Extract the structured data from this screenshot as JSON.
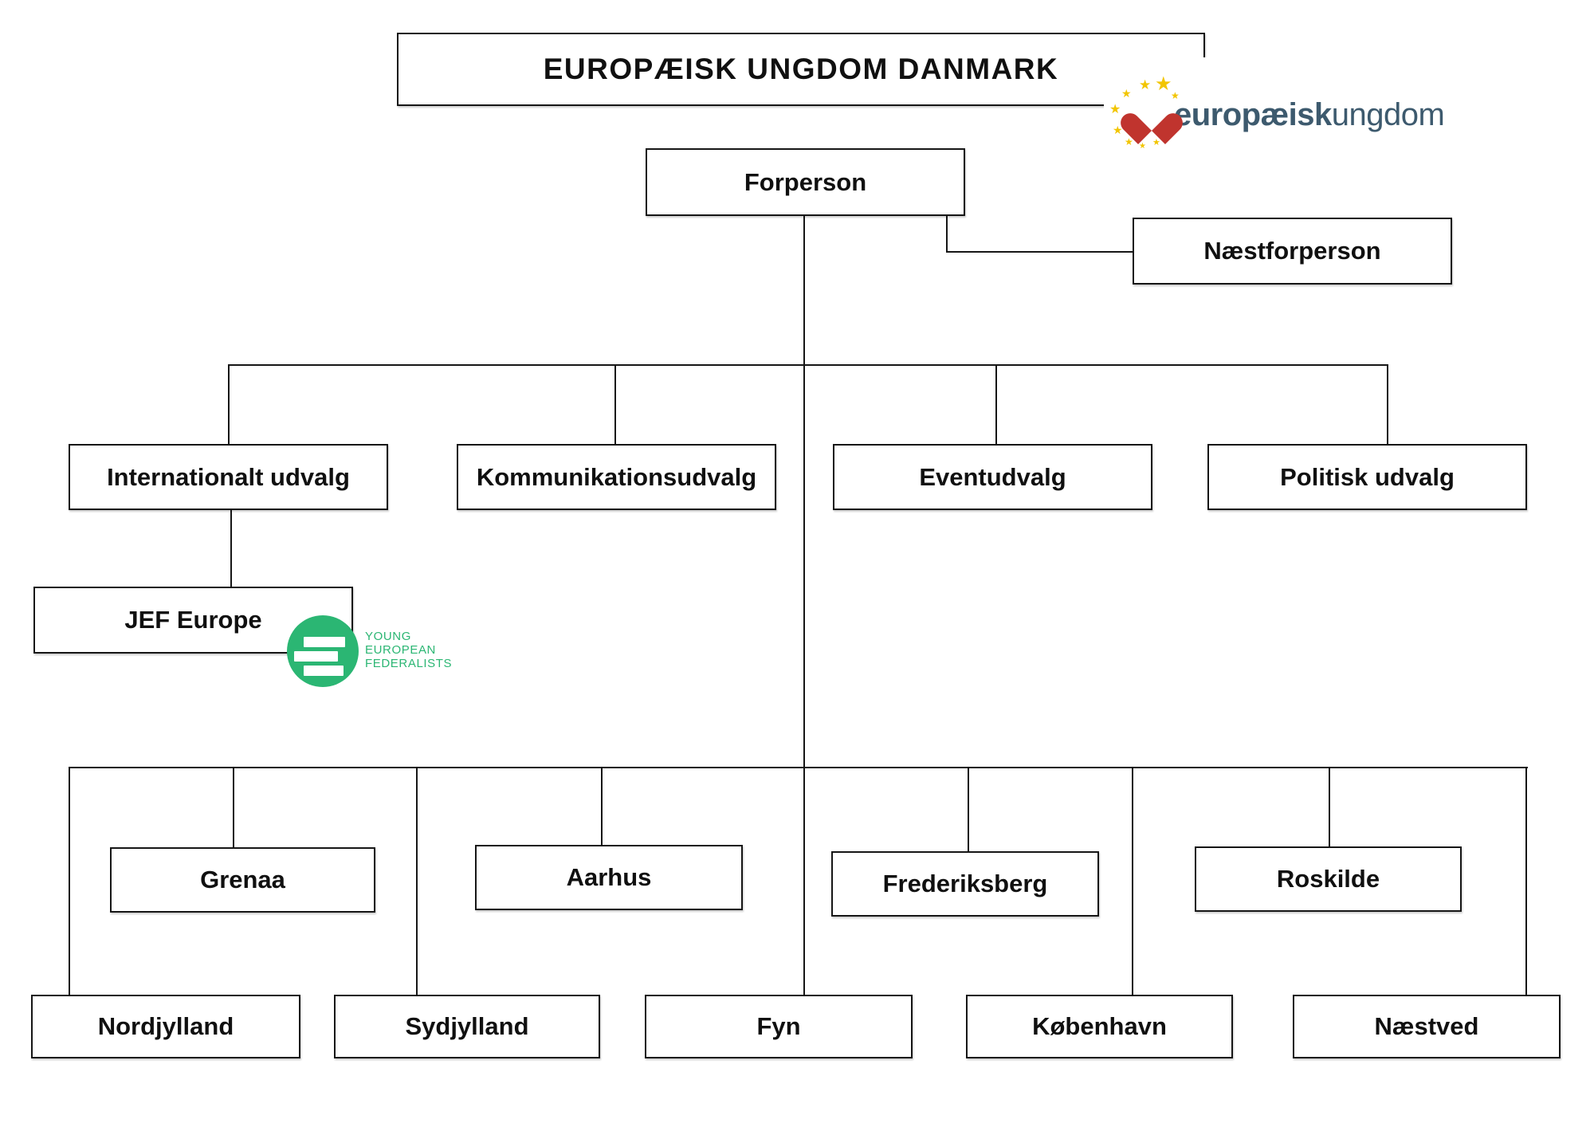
{
  "colors": {
    "ink": "#161616",
    "brand_text": "#3d5a6e",
    "star": "#f2c500",
    "heart": "#c0342e",
    "jef_green": "#2bb673"
  },
  "org": {
    "title": "EUROPÆISK UNGDOM DANMARK",
    "root": "Forperson",
    "deputy": "Næstforperson",
    "committees": [
      "Internationalt udvalg",
      "Kommunikationsudvalg",
      "Eventudvalg",
      "Politisk udvalg"
    ],
    "jef": "JEF Europe",
    "jef_parent": "Internationalt udvalg",
    "chapters_row1": [
      "Grenaa",
      "Aarhus",
      "Frederiksberg",
      "Roskilde"
    ],
    "chapters_row2": [
      "Nordjylland",
      "Sydjylland",
      "Fyn",
      "København",
      "Næstved"
    ]
  },
  "eu_logo": {
    "word_bold": "europæisk",
    "word_regular": "ungdom"
  },
  "jef_logo": {
    "lines": [
      "YOUNG",
      "EUROPEAN",
      "FEDERALISTS"
    ]
  }
}
